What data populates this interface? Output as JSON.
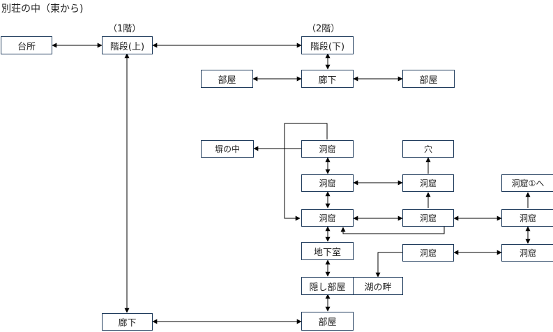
{
  "title": "別荘の中（東から)",
  "floors": {
    "first": "（1階）",
    "second": "（2階）"
  },
  "nodes": {
    "kitchen": "台所",
    "stairs_up": "階段(上)",
    "stairs_down": "階段(下)",
    "room_2f_left": "部屋",
    "corridor_2f": "廊下",
    "room_2f_right": "部屋",
    "inside_wall": "塀の中",
    "cave_1": "洞窟",
    "hole": "穴",
    "cave_2": "洞窟",
    "cave_2r": "洞窟",
    "to_cave_1": "洞窟①へ",
    "cave_3": "洞窟",
    "cave_3r": "洞窟",
    "cave_3rr": "洞窟",
    "basement": "地下室",
    "cave_4": "洞窟",
    "cave_4r": "洞窟",
    "hidden_room": "隠し部屋",
    "lakeside": "湖の畔",
    "corridor_1f": "廊下",
    "room_1f": "部屋"
  }
}
